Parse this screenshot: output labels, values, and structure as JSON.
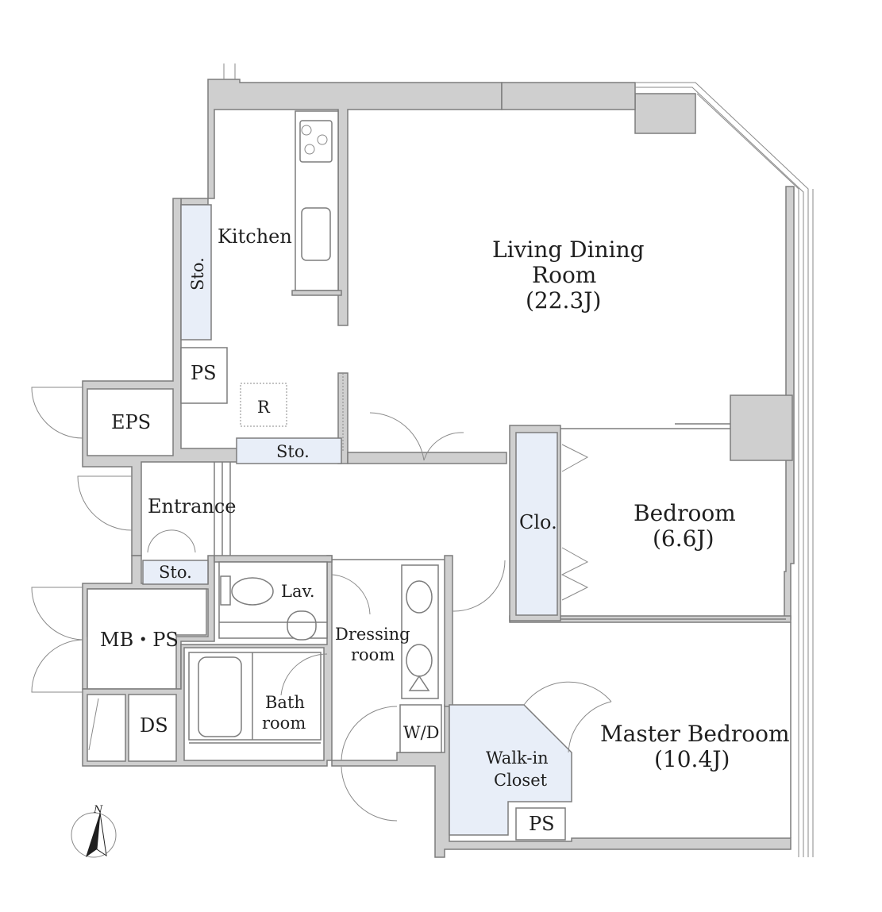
{
  "rooms": {
    "kitchen": "Kitchen",
    "sto_kitchen": "Sto.",
    "ps_top": "PS",
    "eps": "EPS",
    "r": "R",
    "sto_hall": "Sto.",
    "ldr_line1": "Living Dining",
    "ldr_line2": "Room",
    "ldr_size": "(22.3J)",
    "entrance": "Entrance",
    "sto_entrance": "Sto.",
    "clo": "Clo.",
    "bedroom": "Bedroom",
    "bedroom_size": "(6.6J)",
    "lav": "Lav.",
    "mbps": "MB・PS",
    "dressing_line1": "Dressing",
    "dressing_line2": "room",
    "bath_line1": "Bath",
    "bath_line2": "room",
    "ds": "DS",
    "wd": "W/D",
    "walkin_line1": "Walk-in",
    "walkin_line2": "Closet",
    "ps_bottom": "PS",
    "master": "Master Bedroom",
    "master_size": "(10.4J)"
  },
  "compass": {
    "north": "N"
  },
  "colors": {
    "wall": "#cfcfcf",
    "storage": "#e8eef8",
    "stroke": "#7d7d7d"
  }
}
